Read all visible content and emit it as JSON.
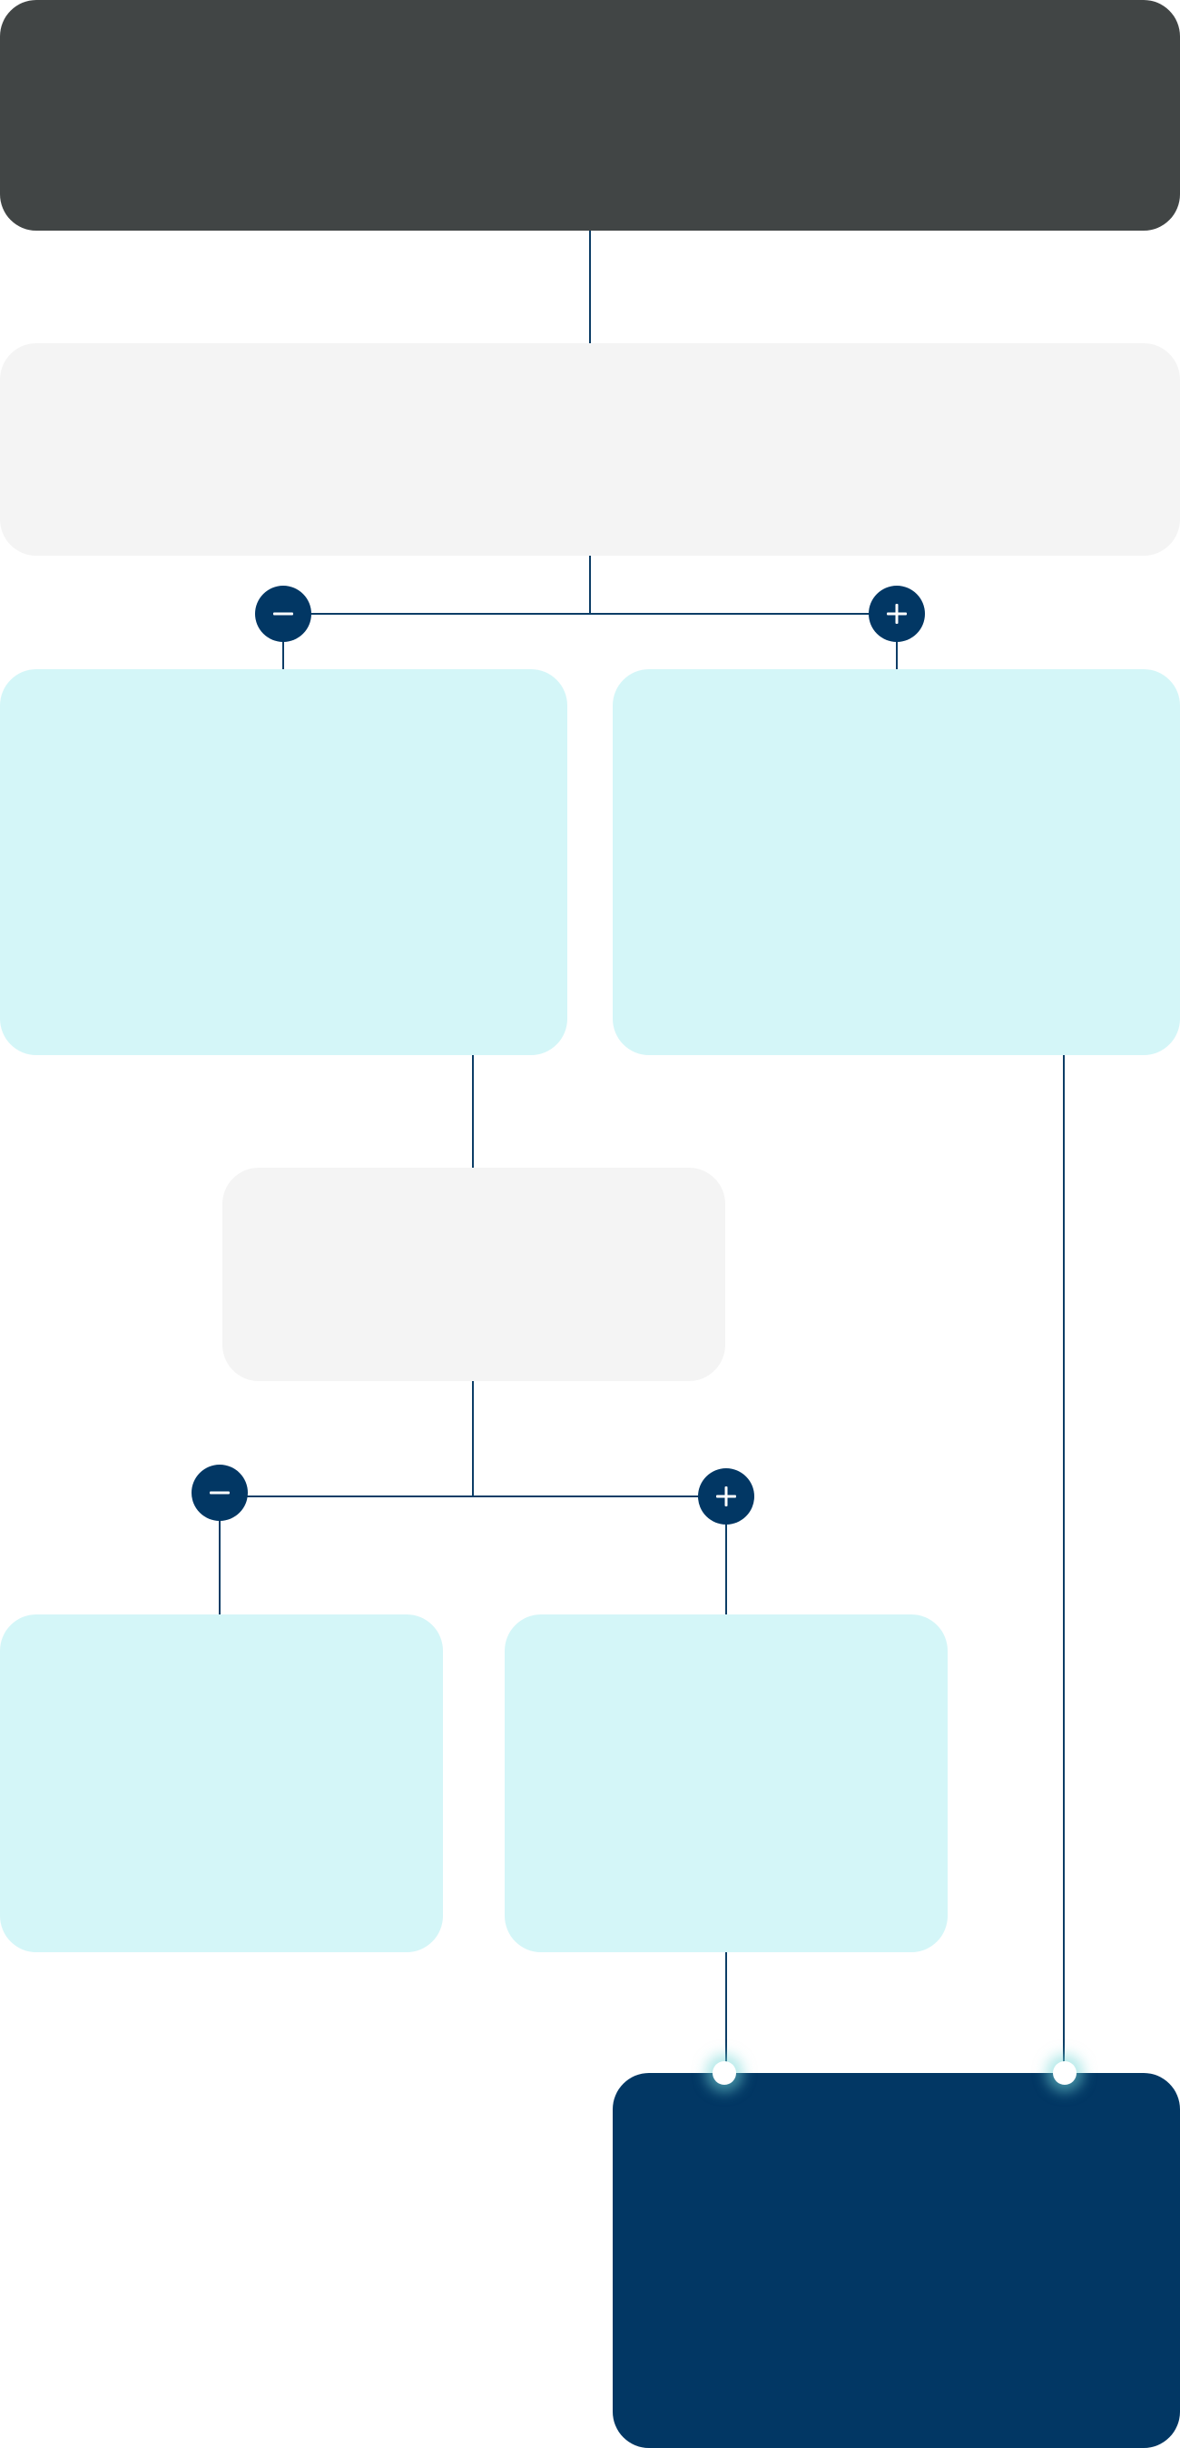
{
  "colors": {
    "root_fill": "#414545",
    "decision_fill": "#f4f4f4",
    "branch_fill": "#d4f6f8",
    "terminal_fill": "#023764",
    "connector": "#0b3d66",
    "badge_fill": "#023764",
    "badge_glyph": "#ffffff",
    "port_glow": "#7fd9d9"
  },
  "diagram": {
    "nodes": [
      {
        "id": "root",
        "kind": "start",
        "text": ""
      },
      {
        "id": "decision-1",
        "kind": "decision",
        "text": ""
      },
      {
        "id": "branch-1-no",
        "kind": "outcome",
        "text": ""
      },
      {
        "id": "branch-1-yes",
        "kind": "outcome",
        "text": ""
      },
      {
        "id": "decision-2",
        "kind": "decision",
        "text": ""
      },
      {
        "id": "branch-2-no",
        "kind": "outcome",
        "text": ""
      },
      {
        "id": "branch-2-yes",
        "kind": "outcome",
        "text": ""
      },
      {
        "id": "terminal",
        "kind": "end",
        "text": ""
      }
    ],
    "edges": [
      {
        "from": "root",
        "to": "decision-1",
        "sign": ""
      },
      {
        "from": "decision-1",
        "to": "branch-1-no",
        "sign": "minus"
      },
      {
        "from": "decision-1",
        "to": "branch-1-yes",
        "sign": "plus"
      },
      {
        "from": "branch-1-no",
        "to": "decision-2",
        "sign": ""
      },
      {
        "from": "decision-2",
        "to": "branch-2-no",
        "sign": "minus"
      },
      {
        "from": "decision-2",
        "to": "branch-2-yes",
        "sign": "plus"
      },
      {
        "from": "branch-2-yes",
        "to": "terminal",
        "sign": ""
      },
      {
        "from": "branch-1-yes",
        "to": "terminal",
        "sign": ""
      }
    ],
    "icons": {
      "minus": "minus-icon",
      "plus": "plus-icon"
    }
  }
}
